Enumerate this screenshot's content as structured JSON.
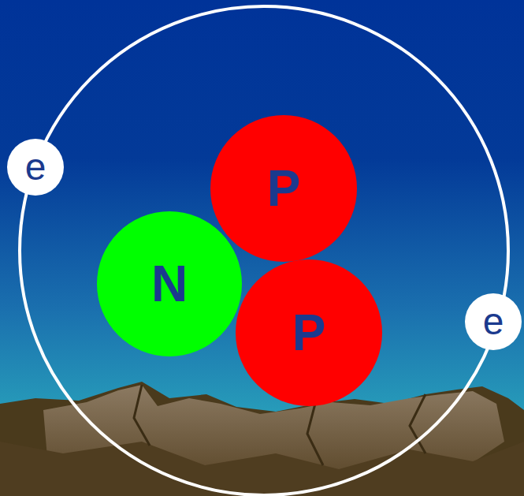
{
  "diagram": {
    "nodes": [
      {
        "text": [
          "e"
        ]
      },
      {
        "text": [
          "P"
        ]
      },
      {
        "text": [
          "N"
        ]
      },
      {
        "text": [
          "P"
        ]
      },
      {
        "text": [
          "e"
        ]
      }
    ]
  }
}
